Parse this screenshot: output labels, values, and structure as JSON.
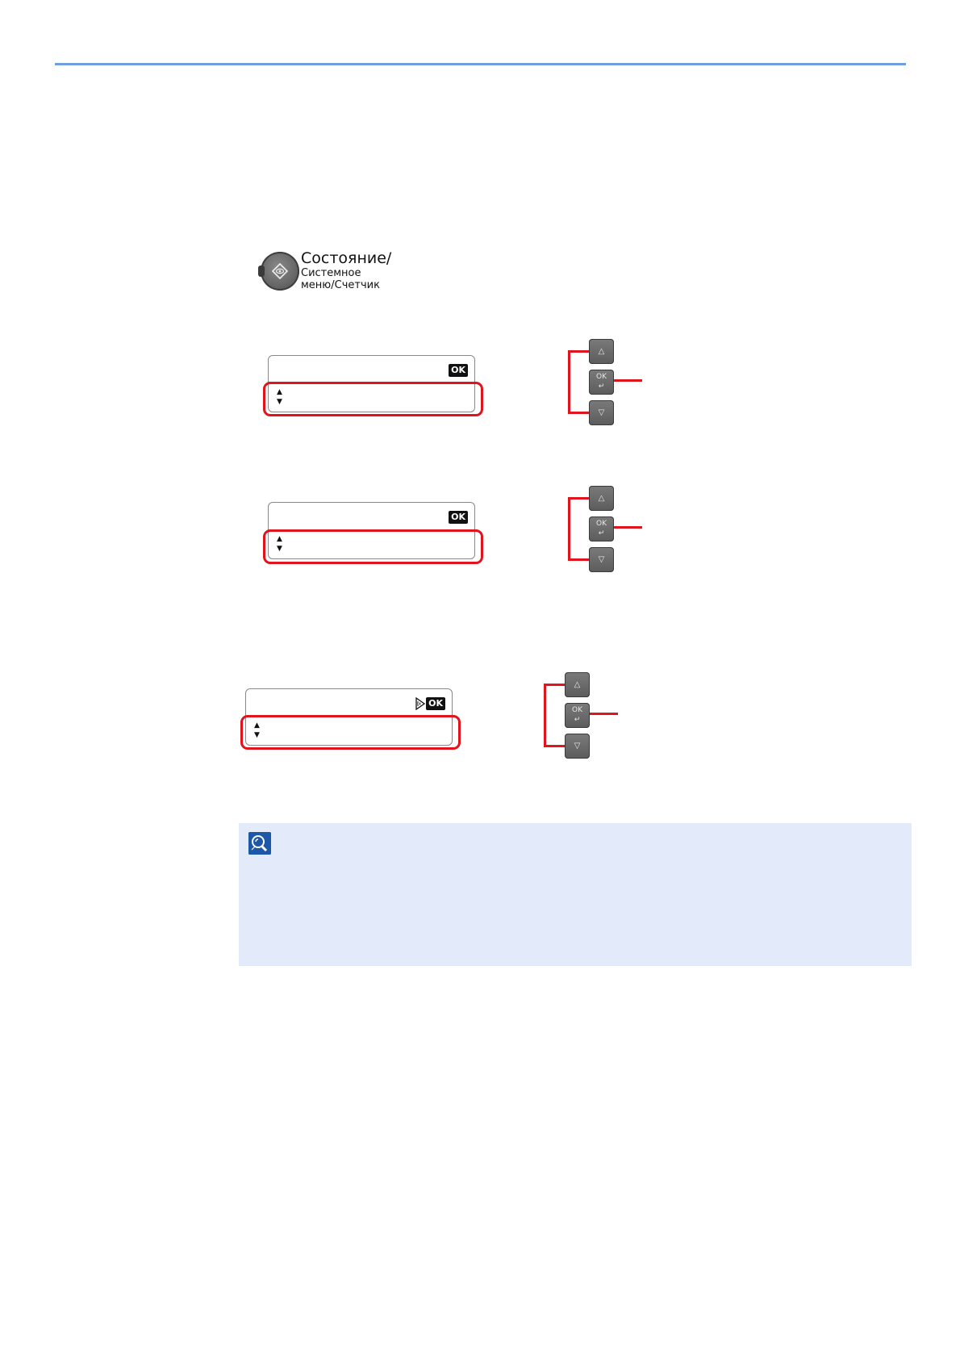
{
  "status_key": {
    "label_line1": "Состояние/",
    "label_line2": "Системное",
    "label_line3": "меню/Счетчик",
    "icon": "eye-diamond-icon"
  },
  "lcd_panels": [
    {
      "ok_label": "OK",
      "arrows": "▲\n▼"
    },
    {
      "ok_label": "OK",
      "arrows": "▲\n▼"
    },
    {
      "ok_label": "OK",
      "arrows": "▲\n▼",
      "send_icon": "send-arrow-icon"
    }
  ],
  "nav_keys": {
    "up_glyph": "△",
    "ok_glyph": "OK",
    "enter_glyph": "↵",
    "down_glyph": "▽"
  },
  "note": {
    "icon": "note-lightbulb-icon"
  },
  "colors": {
    "rule": "#6f9ddd",
    "highlight": "#e0141d",
    "note_bg": "#e3ebfa",
    "note_icon": "#1d57a8"
  }
}
